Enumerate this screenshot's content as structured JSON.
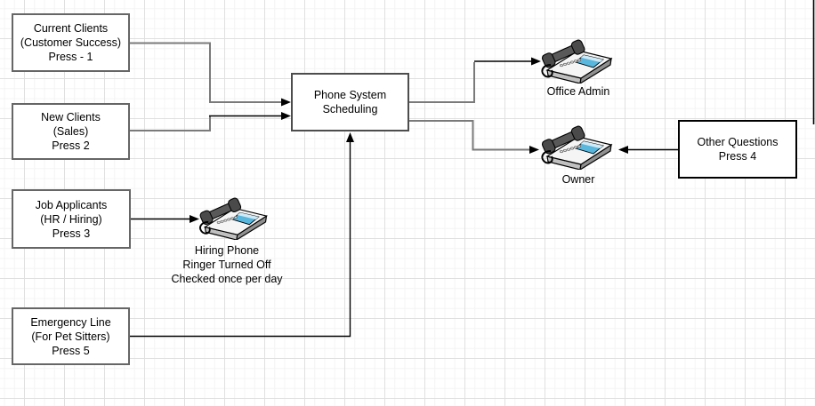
{
  "colors": {
    "edge_gray": "#7a7a7a",
    "edge_black": "#000000",
    "box_border_gray": "#666666",
    "box_border_dark": "#4d4d4d",
    "box_border_black": "#000000",
    "phone_screen_blue": "#59b6dd"
  },
  "nodes": {
    "current_clients": {
      "lines": [
        "Current Clients",
        "(Customer Success)",
        "Press - 1"
      ]
    },
    "new_clients": {
      "lines": [
        "New Clients",
        "(Sales)",
        "Press 2"
      ]
    },
    "job_applicants": {
      "lines": [
        "Job Applicants",
        "(HR / Hiring)",
        "Press 3"
      ]
    },
    "emergency_line": {
      "lines": [
        "Emergency Line",
        "(For Pet Sitters)",
        "Press 5"
      ]
    },
    "phone_system": {
      "lines": [
        "Phone System",
        "Scheduling"
      ]
    },
    "other_questions": {
      "lines": [
        "Other Questions",
        "Press 4"
      ]
    }
  },
  "phones": {
    "office_admin": {
      "label": "Office Admin"
    },
    "owner": {
      "label": "Owner"
    },
    "hiring": {
      "lines": [
        "Hiring Phone",
        "Ringer Turned Off",
        "Checked once per day"
      ]
    }
  }
}
